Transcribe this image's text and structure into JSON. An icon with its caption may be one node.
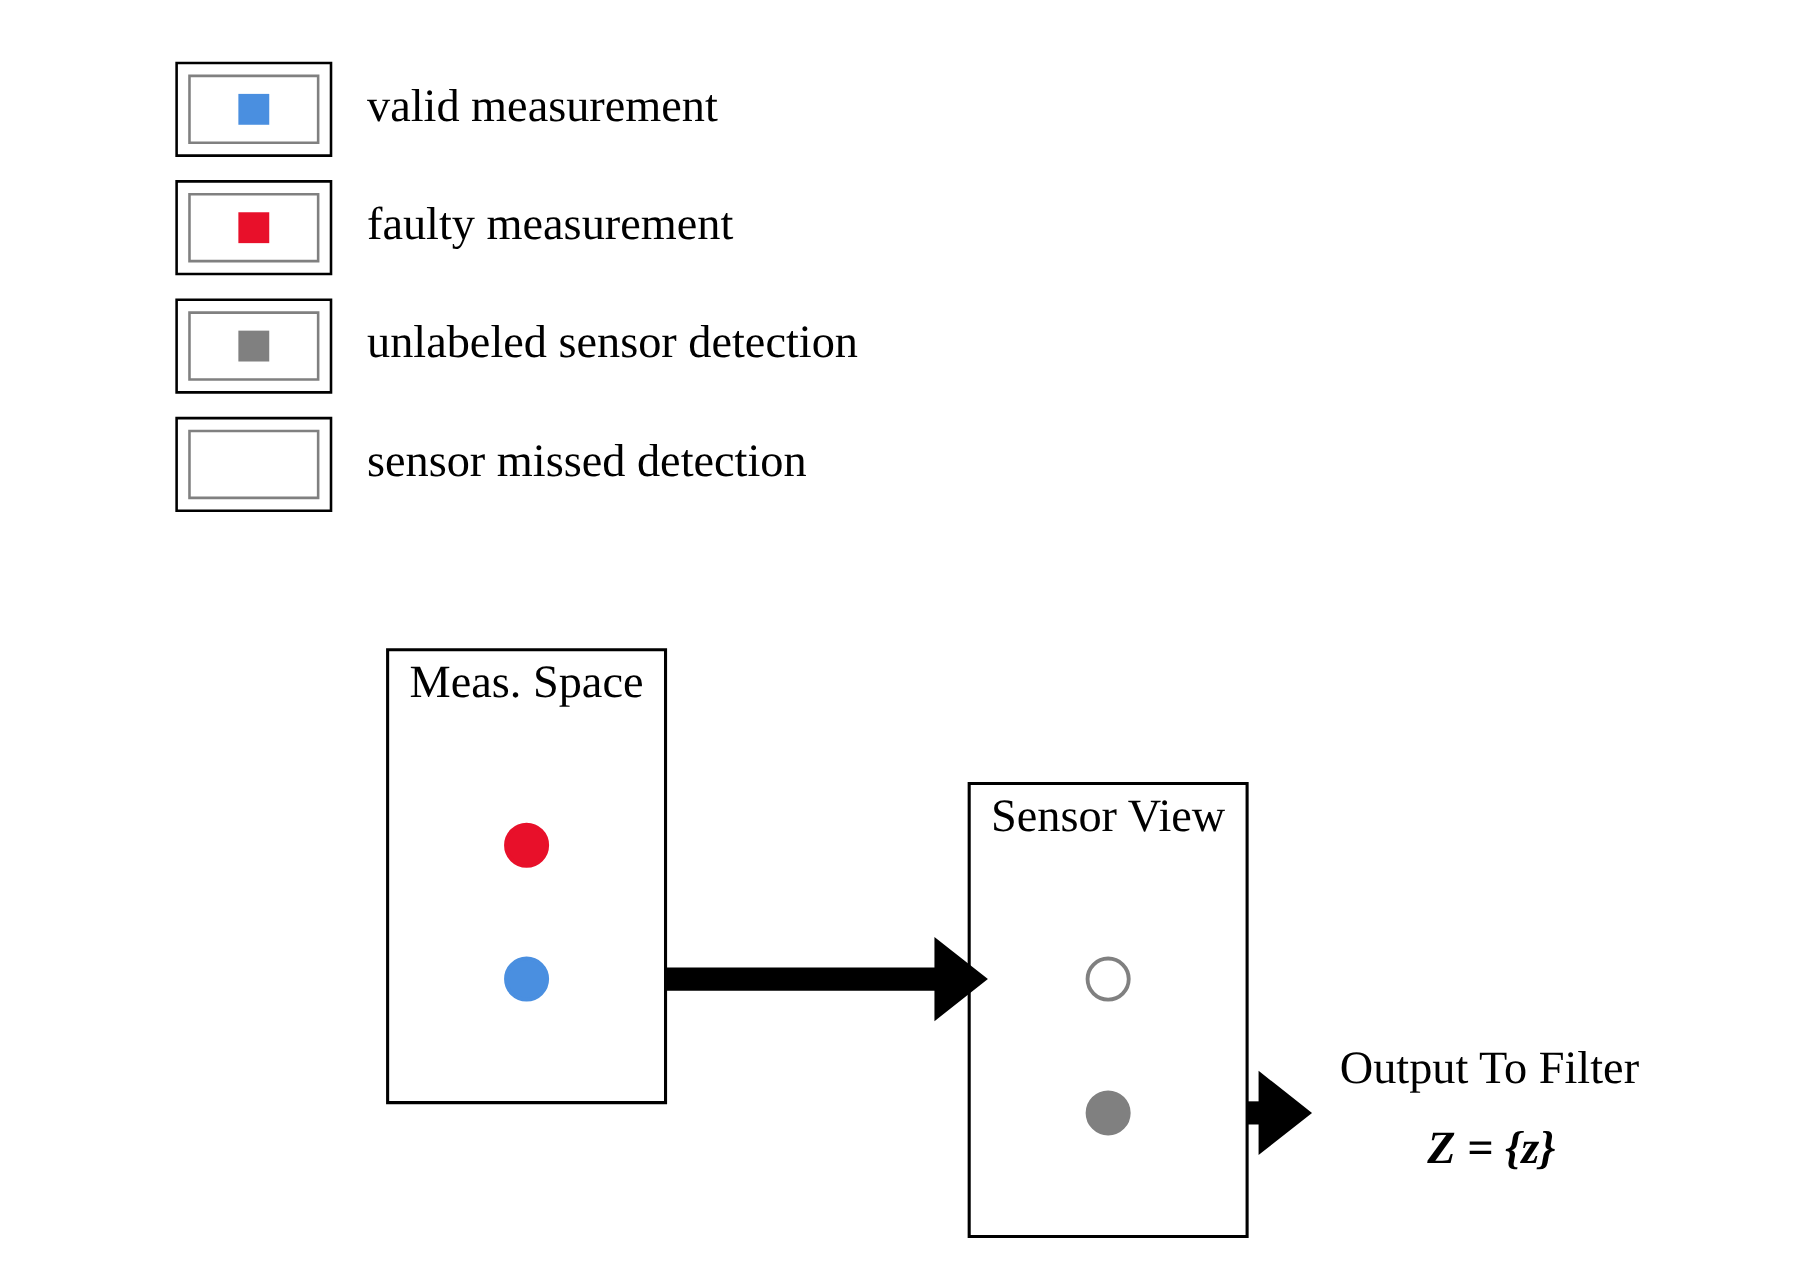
{
  "diagram": {
    "nodes": [
      {
        "text": [
          "Meas. Space"
        ]
      },
      {
        "text": [],
        "shape": "circle",
        "in": 0
      },
      {
        "text": [],
        "shape": "circle",
        "in": 0
      },
      {
        "text": [
          "Sensor View"
        ]
      },
      {
        "text": [],
        "shape": "circle",
        "in": 3
      },
      {
        "text": [],
        "shape": "circle",
        "in": 3
      },
      {
        "text": [
          "Output To Filter",
          "Z = {z}"
        ]
      }
    ],
    "edges": [
      {
        "from": 0,
        "to": 3,
        "arrow": "to"
      },
      {
        "from": 3,
        "to": 6,
        "arrow": "to"
      }
    ],
    "legend": [
      {
        "text": "valid measurement",
        "color": "#4a8fe0"
      },
      {
        "text": "faulty measurement",
        "color": "#e8102a"
      },
      {
        "text": "unlabeled sensor detection",
        "color": "#808080"
      },
      {
        "text": "sensor missed detection"
      }
    ]
  }
}
